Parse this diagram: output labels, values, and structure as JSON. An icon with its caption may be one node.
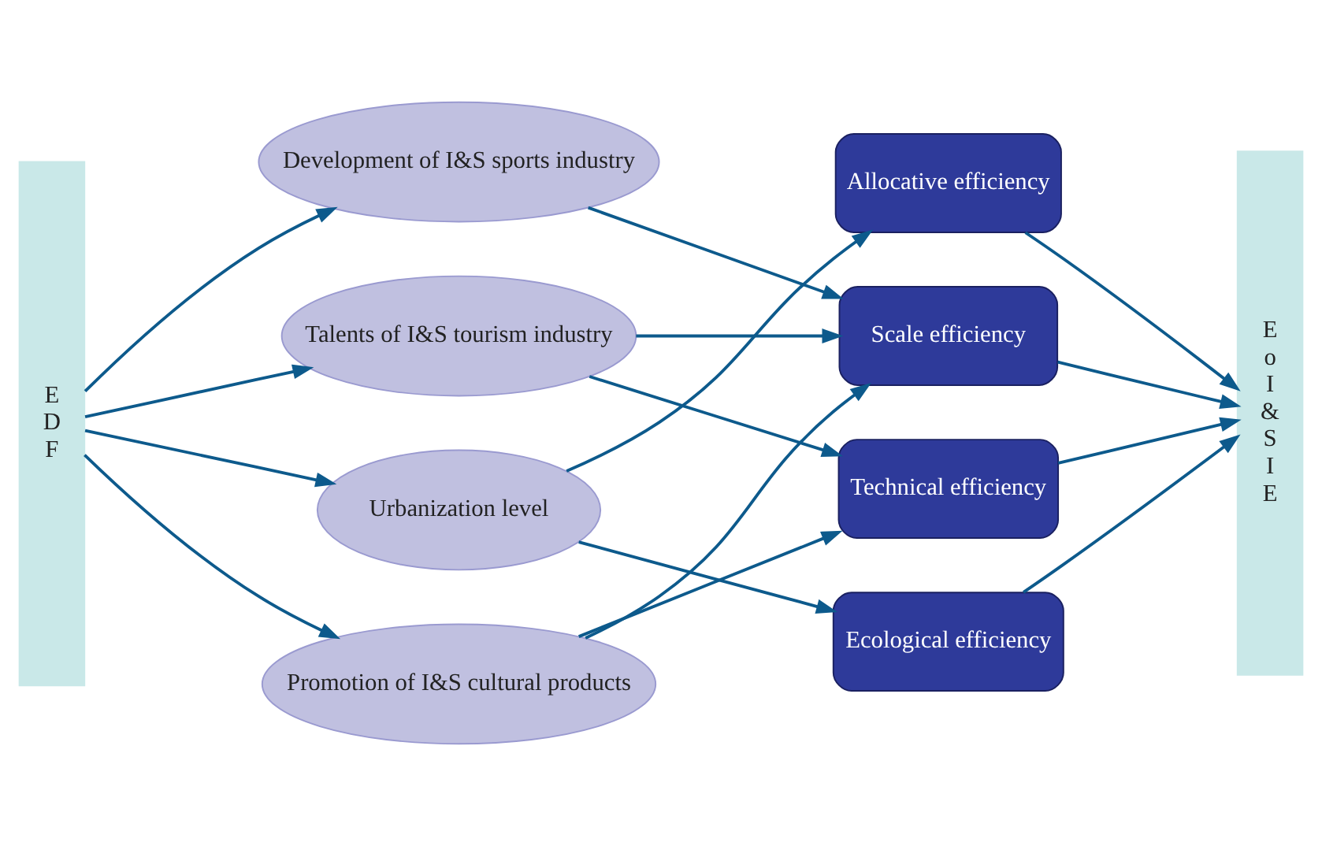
{
  "diagram": {
    "nodes": [
      {
        "text": [
          "E D F"
        ]
      },
      {
        "text": [
          "Development of I&S sports industry"
        ]
      },
      {
        "text": [
          "Talents of I&S tourism industry"
        ]
      },
      {
        "text": [
          "Urbanization level"
        ]
      },
      {
        "text": [
          "Promotion of I&S cultural products"
        ]
      },
      {
        "text": [
          "Allocative efficiency"
        ]
      },
      {
        "text": [
          "Scale efficiency"
        ]
      },
      {
        "text": [
          "Technical efficiency"
        ]
      },
      {
        "text": [
          "Ecological efficiency"
        ]
      },
      {
        "text": [
          "E o I & S I E"
        ]
      }
    ],
    "edges": [
      {
        "from": 0,
        "to": 1,
        "arrow": "to"
      },
      {
        "from": 0,
        "to": 2,
        "arrow": "to"
      },
      {
        "from": 0,
        "to": 3,
        "arrow": "to"
      },
      {
        "from": 0,
        "to": 4,
        "arrow": "to"
      },
      {
        "from": 1,
        "to": 6,
        "arrow": "to"
      },
      {
        "from": 2,
        "to": 6,
        "arrow": "to"
      },
      {
        "from": 2,
        "to": 7,
        "arrow": "to"
      },
      {
        "from": 3,
        "to": 5,
        "arrow": "to"
      },
      {
        "from": 3,
        "to": 8,
        "arrow": "to"
      },
      {
        "from": 4,
        "to": 6,
        "arrow": "to"
      },
      {
        "from": 4,
        "to": 7,
        "arrow": "to"
      },
      {
        "from": 5,
        "to": 9,
        "arrow": "to"
      },
      {
        "from": 6,
        "to": 9,
        "arrow": "to"
      },
      {
        "from": 7,
        "to": 9,
        "arrow": "to"
      },
      {
        "from": 8,
        "to": 9,
        "arrow": "to"
      }
    ]
  }
}
